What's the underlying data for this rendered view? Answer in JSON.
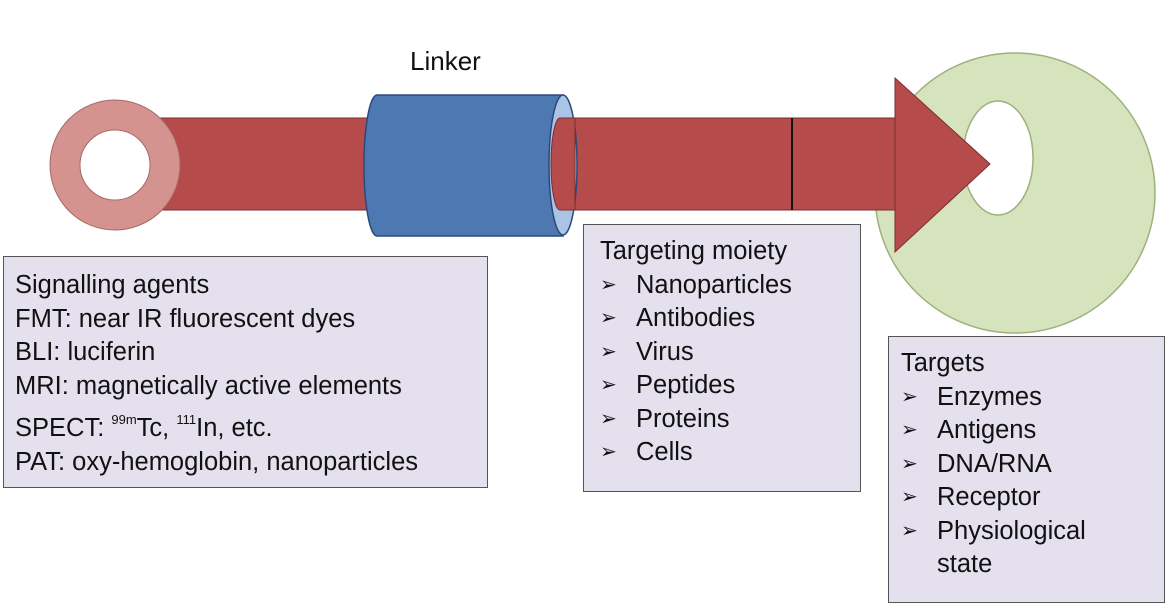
{
  "linker_label": "Linker",
  "signalling": {
    "title": "Signalling agents",
    "fmt": "FMT: near IR fluorescent dyes",
    "bli": "BLI: luciferin",
    "mri": "MRI: magnetically active elements",
    "spect_prefix": "SPECT: ",
    "spect_sup1": "99m",
    "spect_mid": "Tc, ",
    "spect_sup2": "111",
    "spect_end": "In, etc.",
    "pat": "PAT: oxy-hemoglobin, nanoparticles"
  },
  "targeting": {
    "title": "Targeting moiety",
    "items": [
      "Nanoparticles",
      "Antibodies",
      "Virus",
      "Peptides",
      "Proteins",
      "Cells"
    ]
  },
  "targets": {
    "title": "Targets",
    "items": [
      "Enzymes",
      "Antigens",
      "DNA/RNA",
      "Receptor",
      "Physiological",
      "state"
    ]
  },
  "bullet_glyph": "➢",
  "colors": {
    "shaft": "#b54c4b",
    "ring": "#d4938f",
    "linker": "#4e78b2",
    "linker_end": "#a9c4e4",
    "target": "#d6e4bd",
    "box_bg": "#e5e0ee"
  }
}
